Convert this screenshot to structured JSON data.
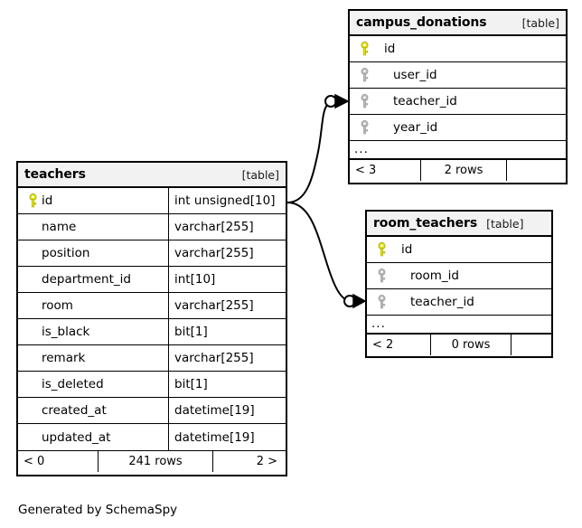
{
  "diagram": {
    "type": "entity-relationship-diagram",
    "generator_caption": "Generated by SchemaSpy",
    "table_tag": "[table]",
    "ellipsis": "...",
    "colors": {
      "primary_key_icon": "#e6e600",
      "foreign_key_icon": "#b3b3b3",
      "border": "#000000",
      "header_background": "#f2f2f2",
      "body_background": "#ffffff"
    }
  },
  "tables": [
    {
      "id": "teachers",
      "name": "teachers",
      "tag": "[table]",
      "columns": [
        {
          "name": "id",
          "type": "int unsigned[10]",
          "key": "primary"
        },
        {
          "name": "name",
          "type": "varchar[255]",
          "key": "none"
        },
        {
          "name": "position",
          "type": "varchar[255]",
          "key": "none"
        },
        {
          "name": "department_id",
          "type": "int[10]",
          "key": "none"
        },
        {
          "name": "room",
          "type": "varchar[255]",
          "key": "none"
        },
        {
          "name": "is_black",
          "type": "bit[1]",
          "key": "none"
        },
        {
          "name": "remark",
          "type": "varchar[255]",
          "key": "none"
        },
        {
          "name": "is_deleted",
          "type": "bit[1]",
          "key": "none"
        },
        {
          "name": "created_at",
          "type": "datetime[19]",
          "key": "none"
        },
        {
          "name": "updated_at",
          "type": "datetime[19]",
          "key": "none"
        }
      ],
      "has_ellipsis_row": false,
      "footer": {
        "parents": "< 0",
        "rows": "241 rows",
        "children": "2 >"
      }
    },
    {
      "id": "campus_donations",
      "name": "campus_donations",
      "tag": "[table]",
      "columns": [
        {
          "name": "id",
          "key": "primary"
        },
        {
          "name": "user_id",
          "key": "foreign"
        },
        {
          "name": "teacher_id",
          "key": "foreign"
        },
        {
          "name": "year_id",
          "key": "foreign"
        }
      ],
      "has_ellipsis_row": true,
      "footer": {
        "parents": "< 3",
        "rows": "2 rows",
        "children": ""
      }
    },
    {
      "id": "room_teachers",
      "name": "room_teachers",
      "tag": "[table]",
      "columns": [
        {
          "name": "id",
          "key": "primary"
        },
        {
          "name": "room_id",
          "key": "foreign"
        },
        {
          "name": "teacher_id",
          "key": "foreign"
        }
      ],
      "has_ellipsis_row": true,
      "footer": {
        "parents": "< 2",
        "rows": "0 rows",
        "children": ""
      }
    }
  ],
  "relationships": [
    {
      "from_table": "teachers",
      "from_column": "id",
      "to_table": "campus_donations",
      "to_column": "teacher_id"
    },
    {
      "from_table": "teachers",
      "from_column": "id",
      "to_table": "room_teachers",
      "to_column": "teacher_id"
    }
  ]
}
